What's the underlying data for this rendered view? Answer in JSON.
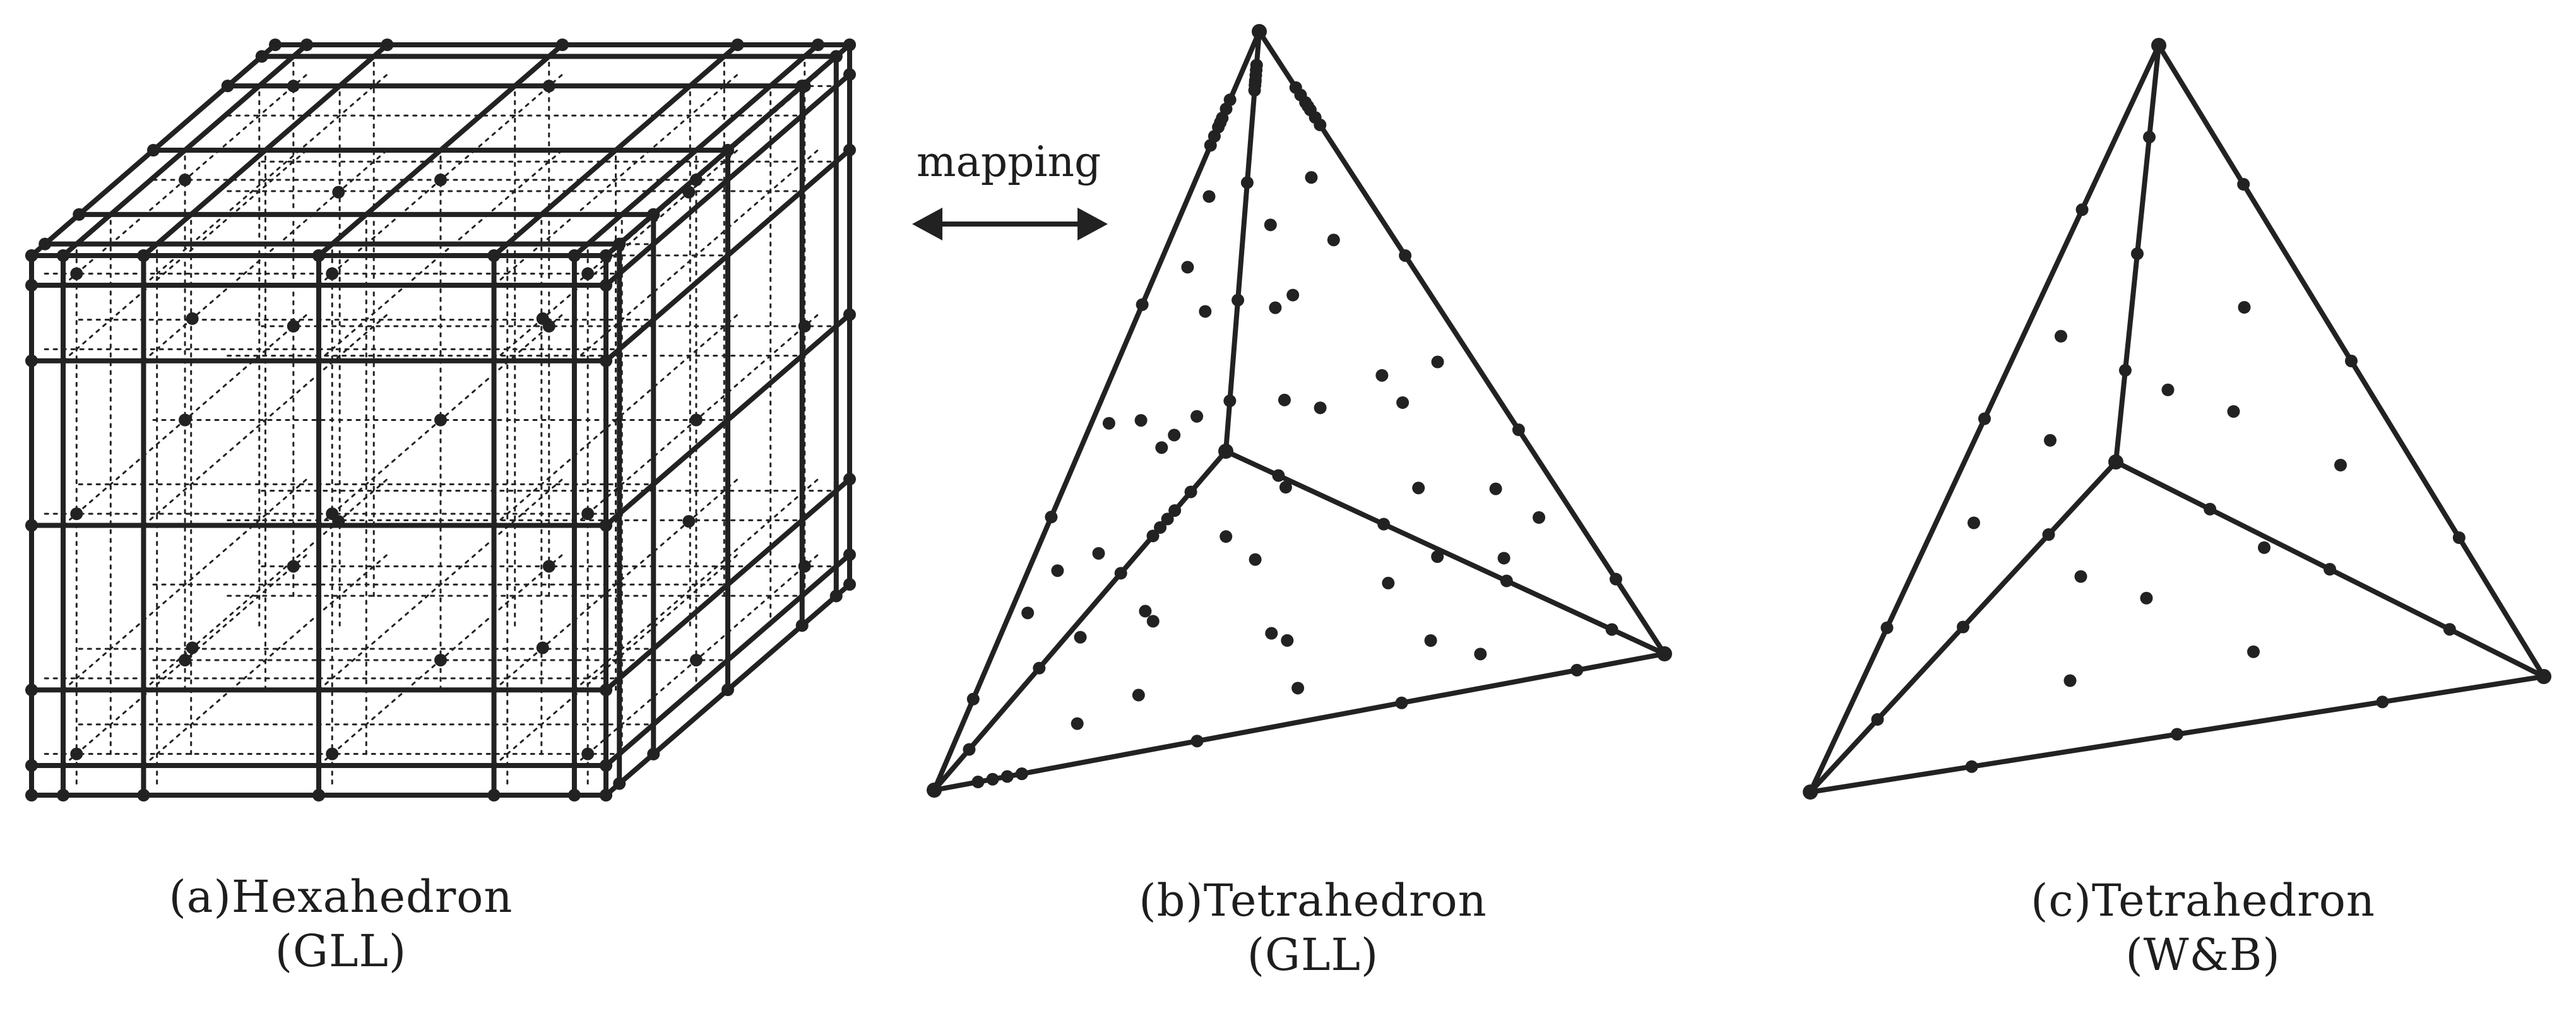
{
  "colors": {
    "ink": "#222222"
  },
  "mapping": {
    "label": "mapping",
    "arrow_icon": "double-headed-arrow-icon"
  },
  "figures": [
    {
      "id": "a",
      "caption_line1": "(a)Hexahedron",
      "caption_line2": "(GLL)"
    },
    {
      "id": "b",
      "caption_line1": "(b)Tetrahedron",
      "caption_line2": "(GLL)"
    },
    {
      "id": "c",
      "caption_line1": "(c)Tetrahedron",
      "caption_line2": "(W&B)"
    }
  ]
}
